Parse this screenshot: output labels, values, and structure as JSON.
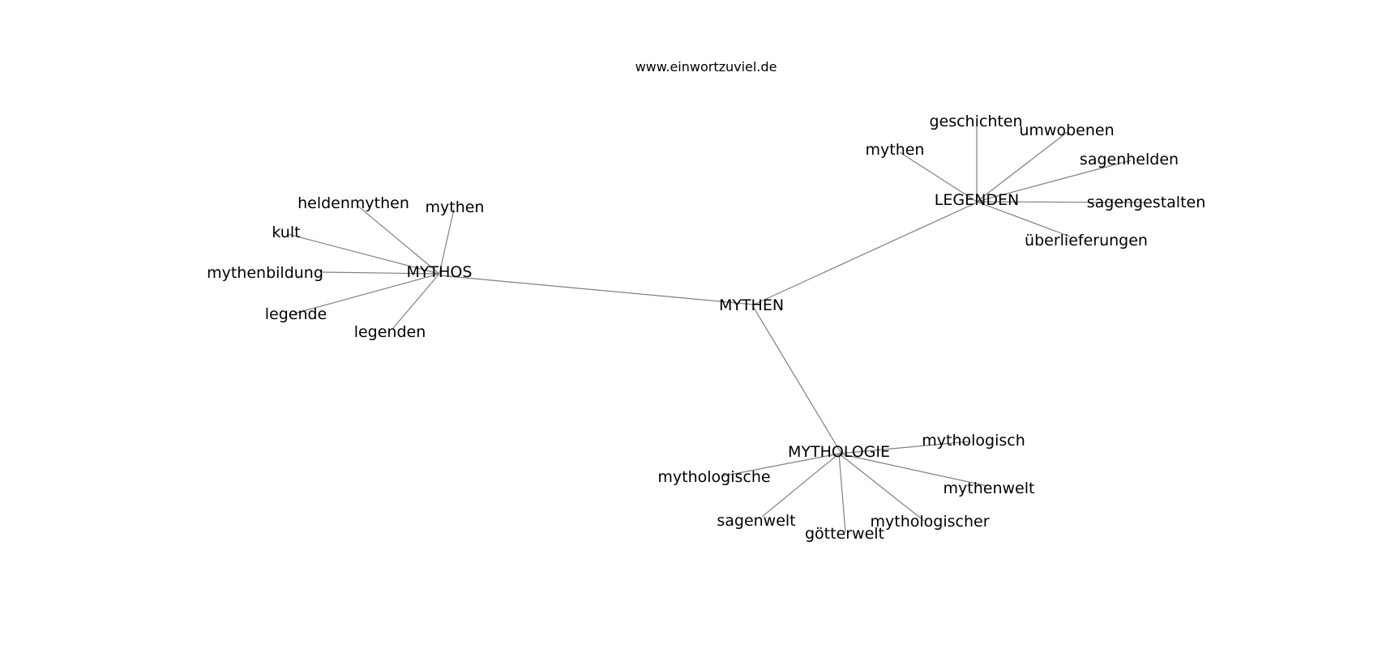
{
  "header": {
    "watermark": "www.einwortzuviel.de"
  },
  "graph": {
    "root": {
      "label": "MYTHEN"
    },
    "hubs": [
      {
        "label": "MYTHOS",
        "leaves": [
          "heldenmythen",
          "mythen",
          "kult",
          "mythenbildung",
          "legende",
          "legenden"
        ]
      },
      {
        "label": "LEGENDEN",
        "leaves": [
          "geschichten",
          "umwobenen",
          "mythen",
          "sagenhelden",
          "sagengestalten",
          "überlieferungen"
        ]
      },
      {
        "label": "MYTHOLOGIE",
        "leaves": [
          "mythologisch",
          "mythologische",
          "mythenwelt",
          "sagenwelt",
          "götterwelt",
          "mythologischer"
        ]
      }
    ]
  },
  "colors": {
    "edge": "#808080",
    "text": "#000000",
    "background": "#ffffff"
  }
}
